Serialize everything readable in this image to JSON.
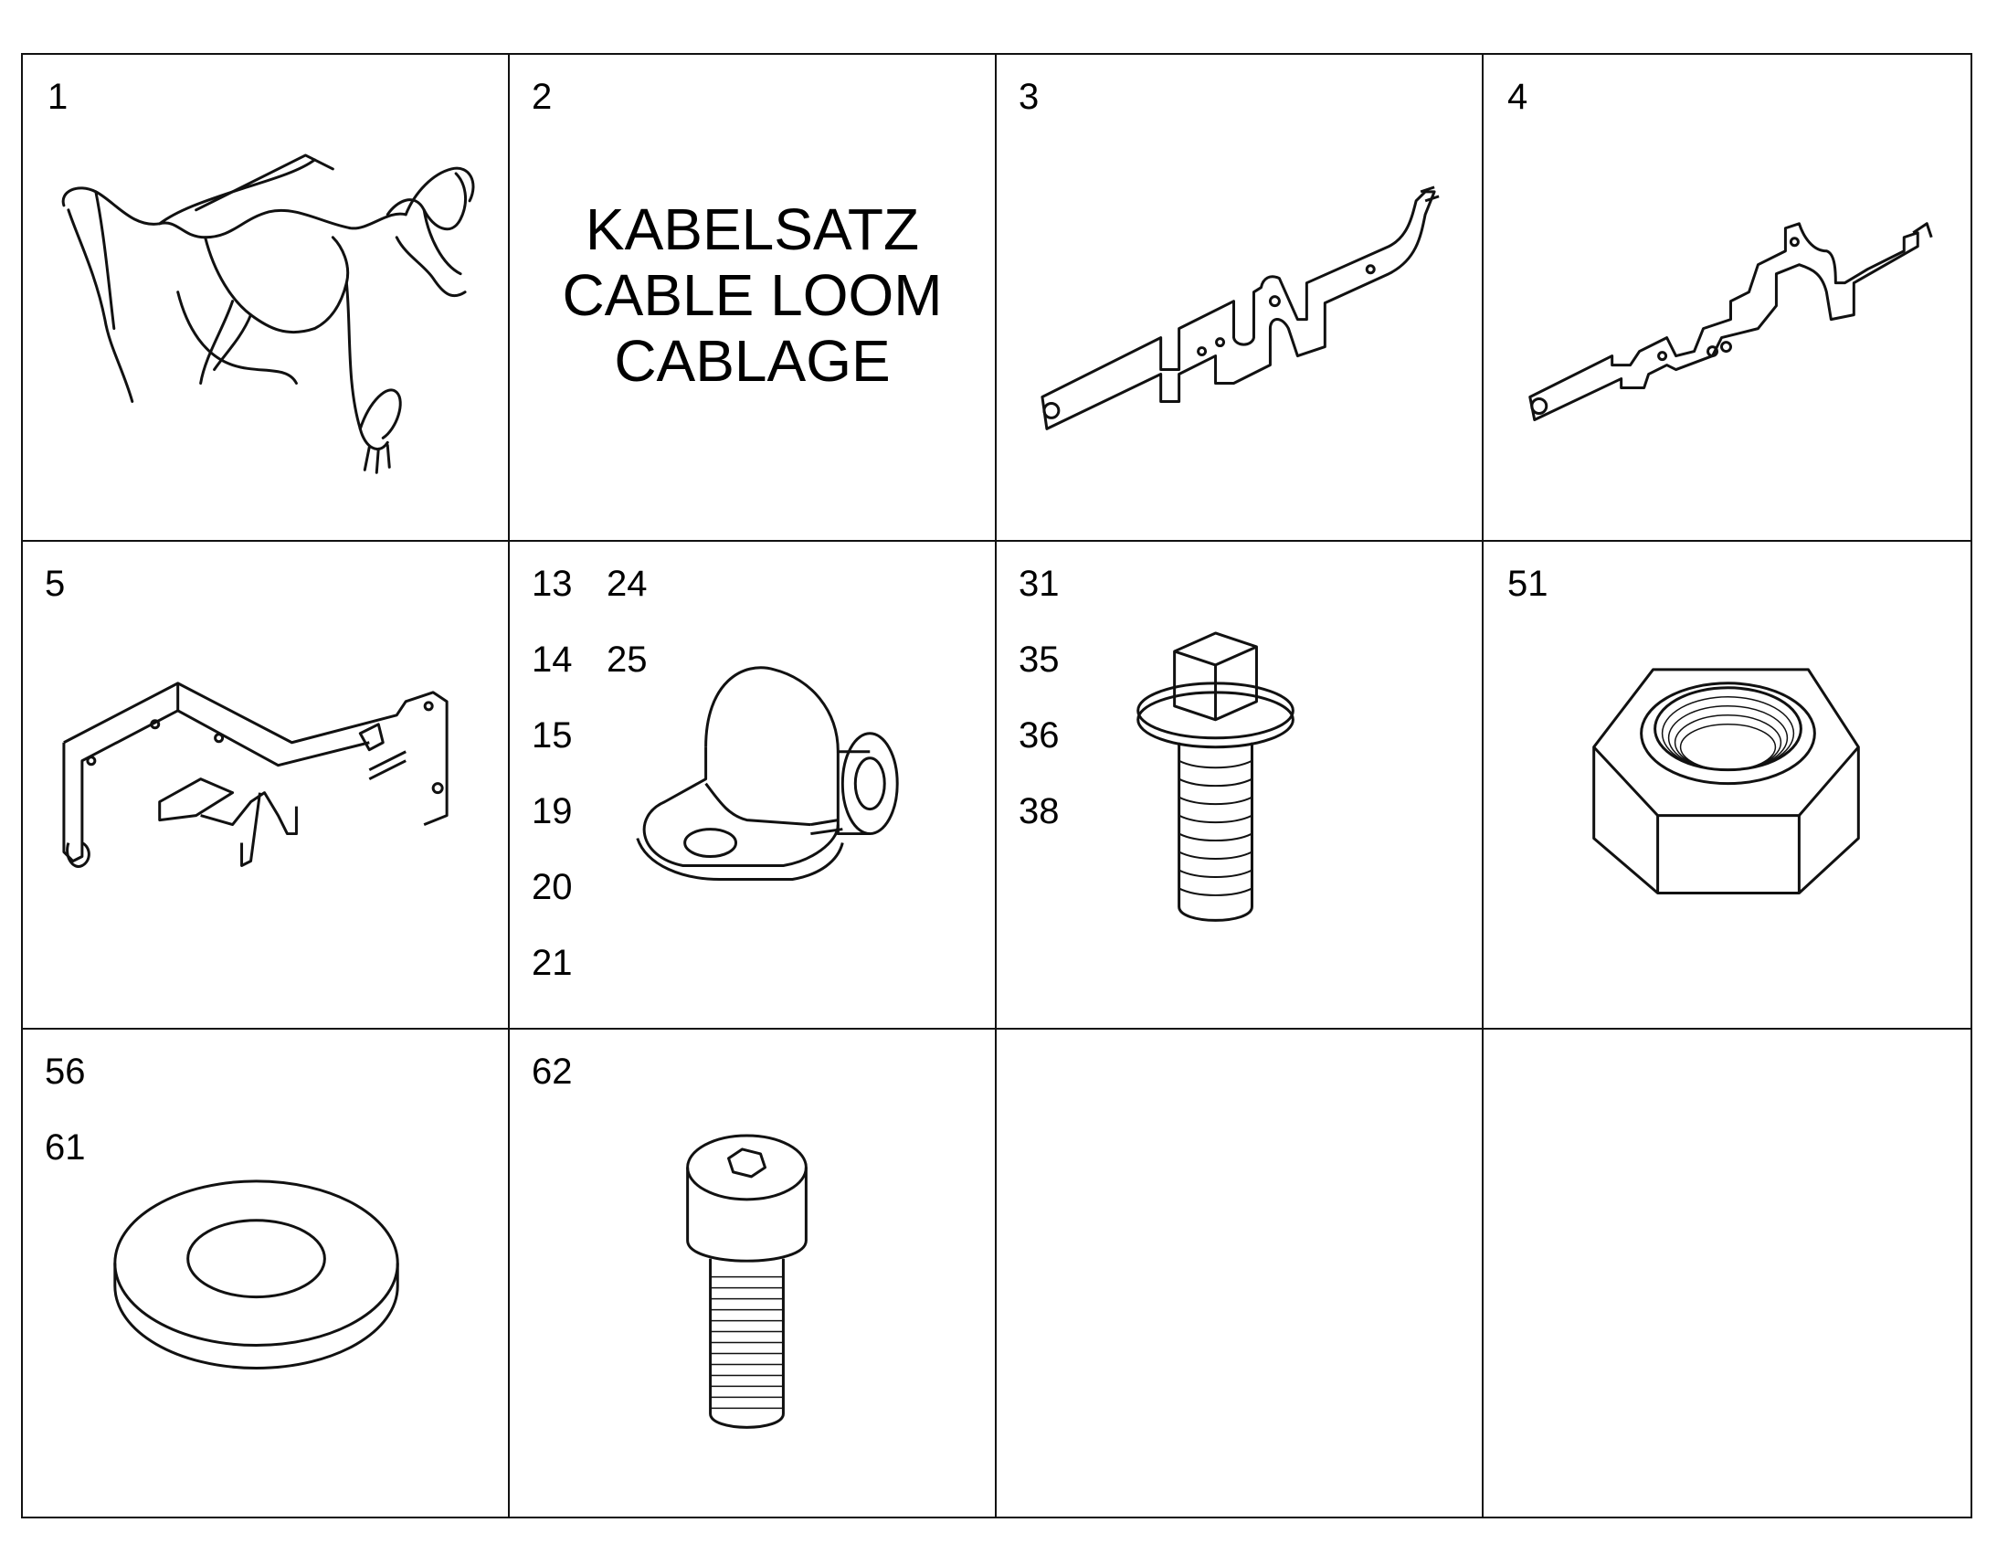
{
  "cells": [
    {
      "nums": [
        "1"
      ]
    },
    {
      "nums": [
        "2"
      ],
      "caption": [
        "KABELSATZ",
        "CABLE LOOM",
        "CABLAGE"
      ]
    },
    {
      "nums": [
        "3"
      ]
    },
    {
      "nums": [
        "4"
      ]
    },
    {
      "nums": [
        "5"
      ]
    },
    {
      "nums": [
        "13",
        "14",
        "15",
        "19",
        "20",
        "21",
        "24",
        "25"
      ]
    },
    {
      "nums": [
        "31",
        "35",
        "36",
        "38"
      ]
    },
    {
      "nums": [
        "51"
      ]
    },
    {
      "nums": [
        "56",
        "61"
      ]
    },
    {
      "nums": [
        "62"
      ]
    },
    {
      "nums": []
    },
    {
      "nums": []
    }
  ]
}
